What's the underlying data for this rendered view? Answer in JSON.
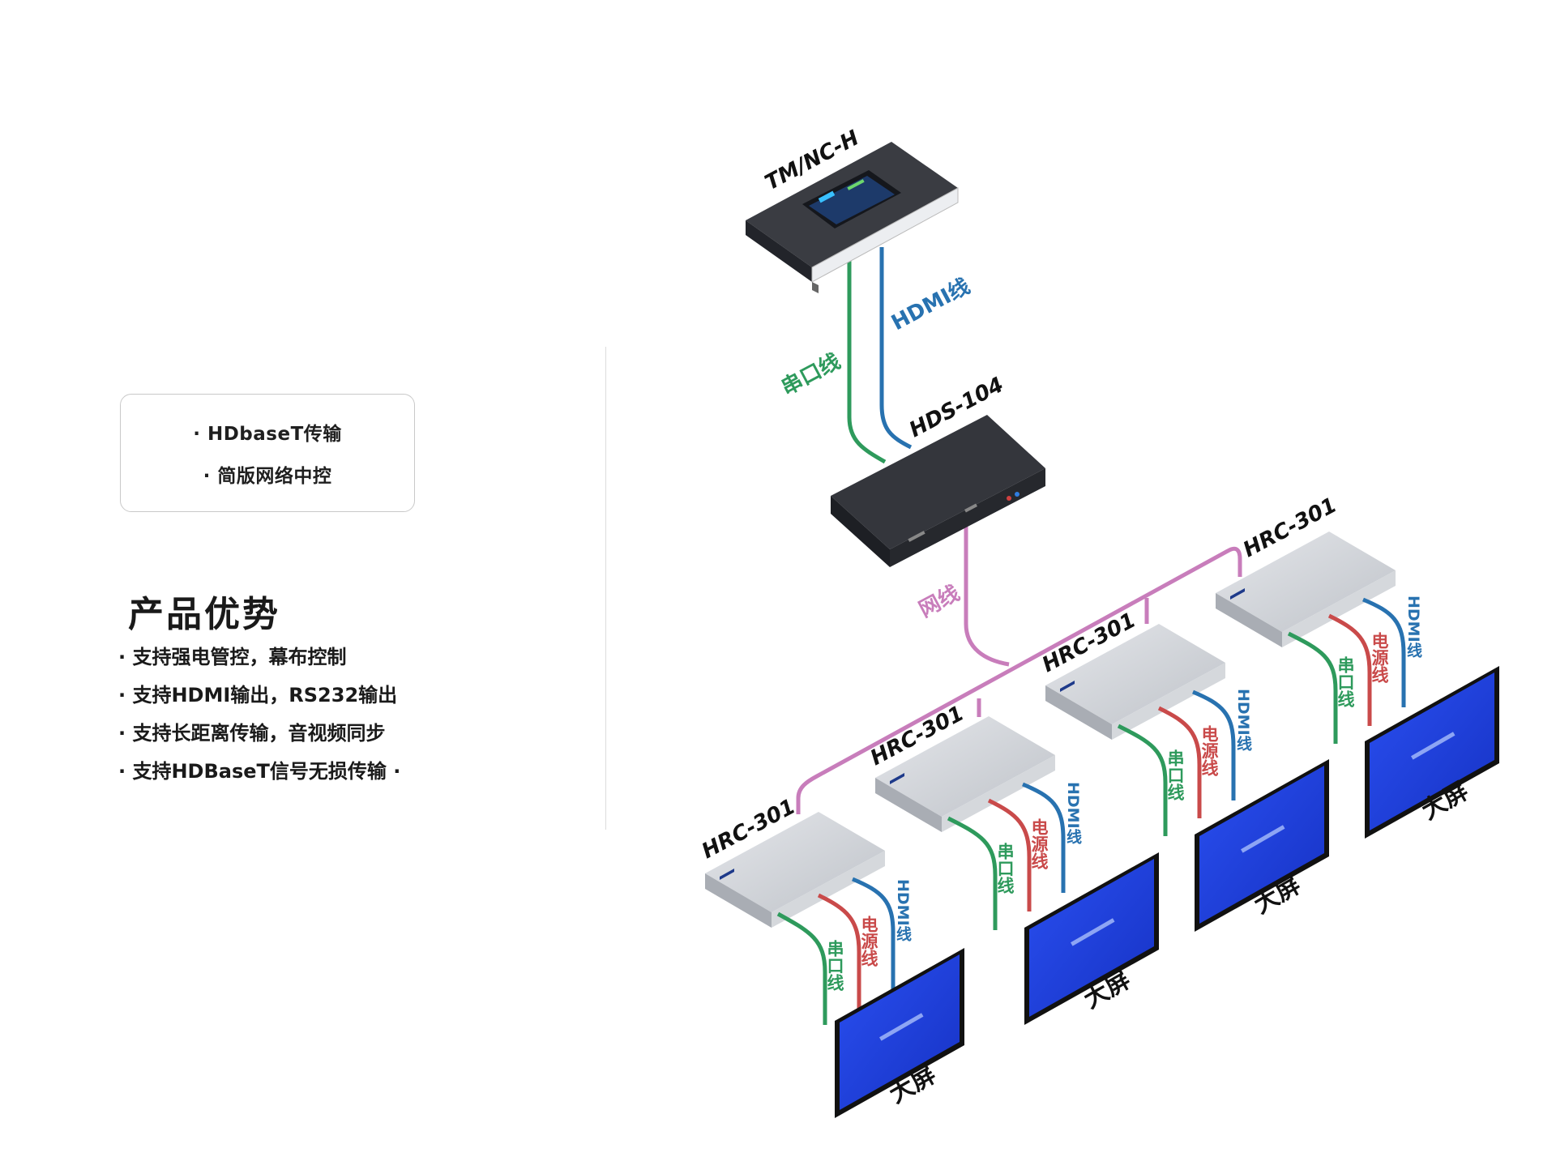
{
  "features": {
    "items": [
      "· HDbaseT传输",
      "· 简版网络中控"
    ]
  },
  "advantages": {
    "title": "产品优势",
    "items": [
      "· 支持强电管控，幕布控制",
      "· 支持HDMI输出，RS232输出",
      "· 支持长距离传输，音视频同步",
      "· 支持HDBaseT信号无损传输 ·"
    ]
  },
  "diagram": {
    "controller": "TM/NC-H",
    "switcher": "HDS-104",
    "receivers": [
      "HRC-301",
      "HRC-301",
      "HRC-301",
      "HRC-301"
    ],
    "screen_label": "大屏",
    "cables": {
      "serial": "串口线",
      "hdmi": "HDMI线",
      "network": "网线",
      "power": "电源线"
    },
    "colors": {
      "serial": "#2e9a5c",
      "hdmi": "#2872b0",
      "network": "#c87dbb",
      "power": "#c94a4a",
      "screen": "#1c3fd8",
      "device_dark": "#2b2d33",
      "device_silver": "#c9ccd1"
    }
  }
}
